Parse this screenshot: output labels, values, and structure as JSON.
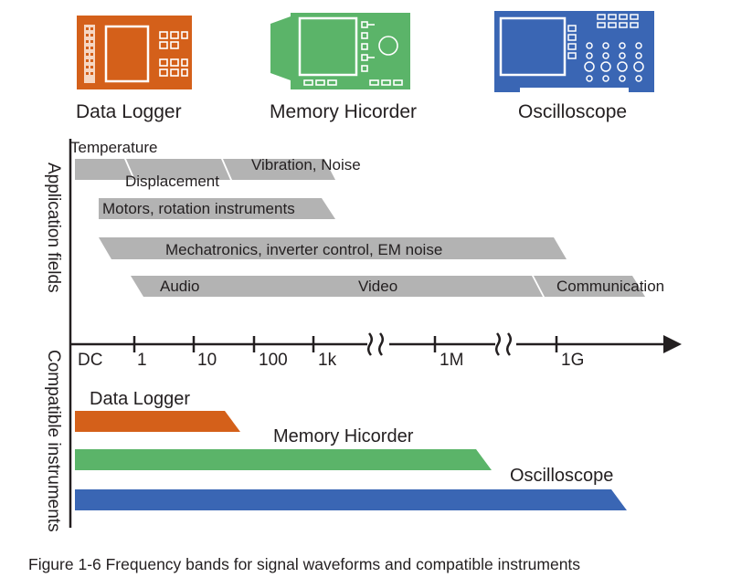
{
  "instruments": {
    "data_logger": {
      "title": "Data Logger",
      "color": "#d4601a"
    },
    "memory_hicorder": {
      "title": "Memory Hicorder",
      "color": "#5bb469"
    },
    "oscilloscope": {
      "title": "Oscilloscope",
      "color": "#3a66b4"
    }
  },
  "side_labels": {
    "application_fields": "Application fields",
    "compatible_instruments": "Compatible instruments"
  },
  "axis": {
    "ticks": [
      "DC",
      "1",
      "10",
      "100",
      "1k",
      "1M",
      "1G"
    ]
  },
  "application_bands": {
    "temperature": "Temperature",
    "displacement": "Displacement",
    "vibration_noise": "Vibration, Noise",
    "motors": "Motors, rotation instruments",
    "mechatronics": "Mechatronics, inverter control, EM noise",
    "audio": "Audio",
    "video": "Video",
    "communication": "Communication"
  },
  "compatible_bands": {
    "data_logger": "Data Logger",
    "memory_hicorder": "Memory Hicorder",
    "oscilloscope": "Oscilloscope"
  },
  "colors": {
    "band_gray": "#b3b3b3",
    "axis": "#231f20"
  },
  "caption": "Figure 1-6 Frequency bands for signal waveforms and compatible instruments"
}
